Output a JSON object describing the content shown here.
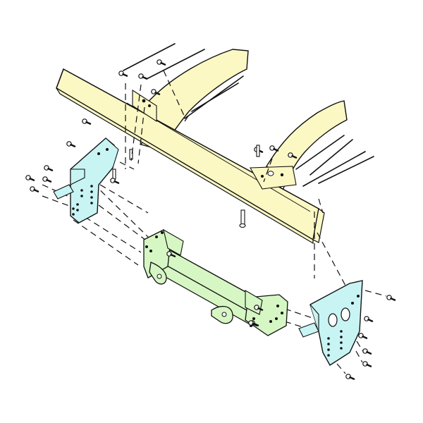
{
  "diagram": {
    "colors": {
      "frame": "#fbf8c4",
      "bracket": "#c8f4f4",
      "crossbar": "#d6f7c4",
      "outline": "#111111",
      "hardware": "#ffffff"
    },
    "parts": [
      {
        "id": "frame-crossmember",
        "color": "frame"
      },
      {
        "id": "frame-rail-left",
        "color": "frame"
      },
      {
        "id": "frame-rail-right",
        "color": "frame"
      },
      {
        "id": "mount-bracket-left",
        "color": "bracket"
      },
      {
        "id": "mount-bracket-right",
        "color": "bracket"
      },
      {
        "id": "hitch-crossbar",
        "color": "crossbar"
      }
    ]
  }
}
